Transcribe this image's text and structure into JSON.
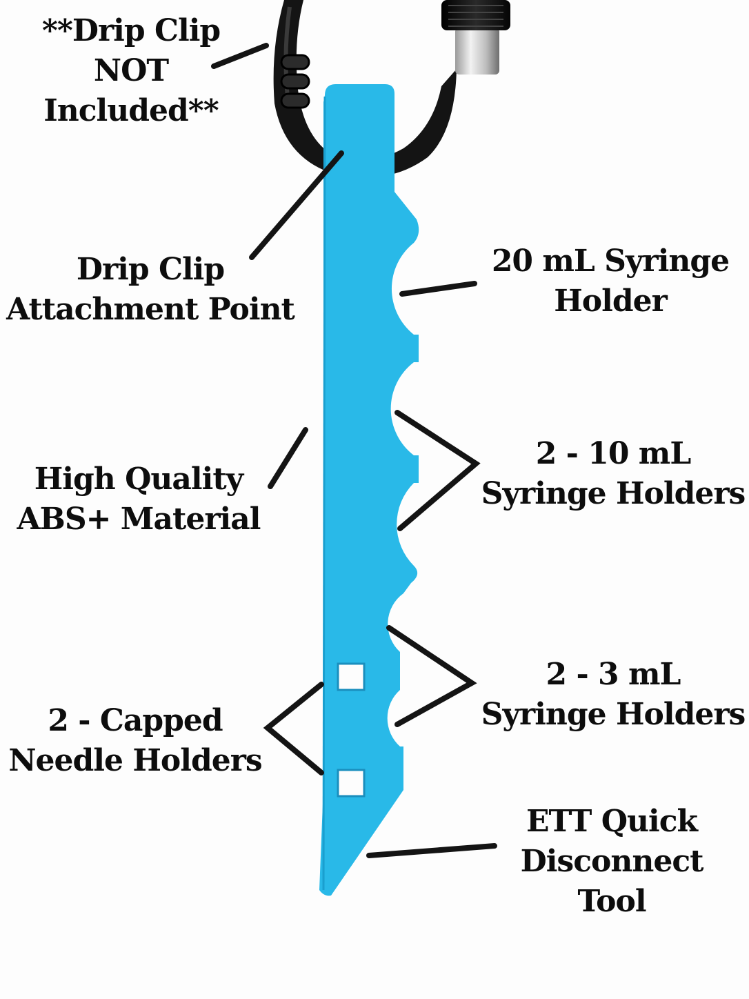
{
  "labels": {
    "drip_clip_not_included": [
      "**Drip Clip",
      "NOT",
      "Included**"
    ],
    "attachment_point": [
      "Drip Clip",
      "Attachment Point"
    ],
    "syringe_20ml": [
      "20 mL Syringe",
      "Holder"
    ],
    "syringe_10ml": [
      "2 - 10 mL",
      "Syringe Holders"
    ],
    "material": [
      "High Quality",
      "ABS+ Material"
    ],
    "syringe_3ml": [
      "2 - 3 mL",
      "Syringe Holders"
    ],
    "needle_holders": [
      "2 - Capped",
      "Needle Holders"
    ],
    "ett_tool": [
      "ETT Quick",
      "Disconnect",
      "Tool"
    ]
  },
  "colors": {
    "tool_blue": "#29b9e8",
    "tool_blue_dark": "#1a9fcf",
    "carabiner": "#141414",
    "leader": "#141414",
    "text": "#0d0d0d"
  }
}
